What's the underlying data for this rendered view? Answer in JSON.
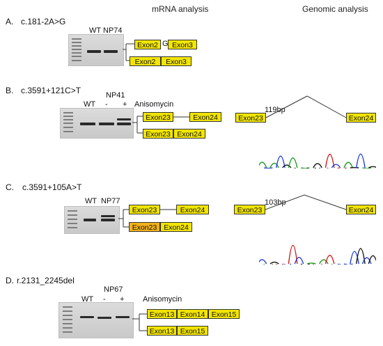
{
  "headers": {
    "mrna": "mRNA analysis",
    "genomic": "Genomic analysis"
  },
  "panel_a": {
    "letter": "A.",
    "variant": "c.181-2A>G",
    "lanes": [
      "WT",
      "NP74"
    ],
    "top_row": {
      "ex1": "Exon2",
      "insert": "G",
      "ex2": "Exon3"
    },
    "bottom_row": {
      "ex1": "Exon2",
      "ex2": "Exon3"
    }
  },
  "panel_b": {
    "letter": "B.",
    "variant": "c.3591+121C>T",
    "lanes": [
      "WT",
      "-",
      "+"
    ],
    "sample": "NP41",
    "treatment": "Anisomycin",
    "top_row": {
      "ex1": "Exon23",
      "ex2": "Exon24"
    },
    "bottom_row": {
      "ex1": "Exon23",
      "ex2": "Exon24"
    },
    "genomic": {
      "left": "Exon23",
      "size": "119bp",
      "right": "Exon24"
    }
  },
  "panel_c": {
    "letter": "C.",
    "variant": "c.3591+105A>T",
    "lanes": [
      "WT",
      "NP77"
    ],
    "top_row": {
      "ex1": "Exon23",
      "ex2": "Exon24"
    },
    "bottom_row": {
      "ex1": "Exon23",
      "ex2": "Exon24"
    },
    "genomic": {
      "left": "Exon23",
      "size": "103bp",
      "right": "Exon24"
    }
  },
  "panel_d": {
    "letter": "D.",
    "variant": "r.2131_2245del",
    "lanes": [
      "WT",
      "-",
      "+"
    ],
    "sample": "NP67",
    "treatment": "Anisomycin",
    "top_row": {
      "ex1": "Exon13",
      "ex2": "Exon14",
      "ex3": "Exon15"
    },
    "bottom_row": {
      "ex1": "Exon13",
      "ex2": "Exon15"
    }
  },
  "colors": {
    "exon": "#f2e500",
    "exon_mutant": "#f3b21a",
    "gel": "#d4d4d4"
  }
}
